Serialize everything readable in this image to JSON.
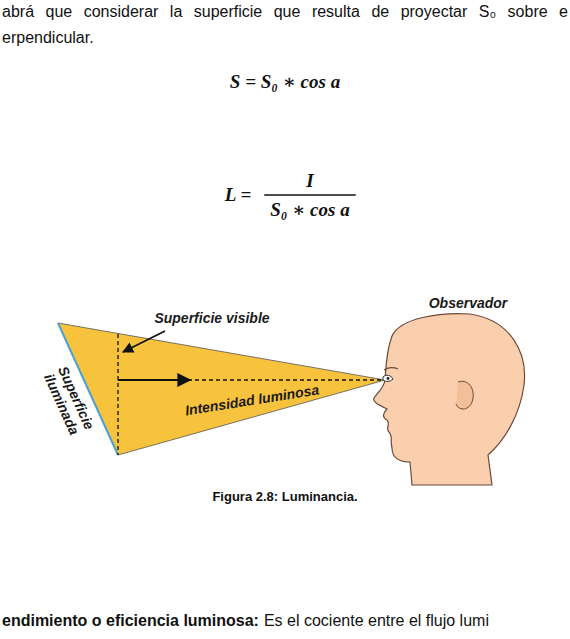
{
  "diagram": {
    "caption": "Figura 2.8: Luminancia.",
    "labels": [
      "abrá que considerar la superficie que resulta de proyectar S₀ sobre e",
      "erpendicular.",
      "S = S₀ ∗ cos a",
      "L =",
      "I",
      "S₀ ∗ cos a",
      "Superficie visible",
      "Observador",
      "Superficie iluminada",
      "Intensidad luminosa",
      "endimiento o eficiencia luminosa:",
      "Es el cociente entre el flujo lumi"
    ]
  }
}
